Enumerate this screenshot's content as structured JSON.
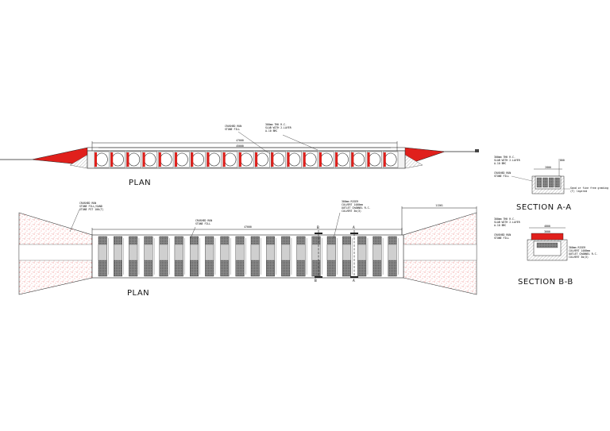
{
  "titles": {
    "elevation": "PLAN",
    "plan": "PLAN",
    "section_a": "SECTION A-A",
    "section_b": "SECTION B-B"
  },
  "dimensions": {
    "elev_overall": "47000",
    "elev_inner": "45000",
    "plan_overall": "47000",
    "plan_wing": "11361",
    "sec_a_top": "2800",
    "sec_a_side": "800",
    "sec_b_top": "4800",
    "sec_b_inner": "3600"
  },
  "notes": {
    "elev_note_1": "CRUSHED RUN",
    "elev_note_1b": "STONE FILL",
    "elev_note_2": "300mm THK R.C.",
    "elev_note_2b": "SLAB WITH 2-LAYER",
    "elev_note_2c": "A-10 BRC",
    "plan_note_1": "CRUSHED RUN",
    "plan_note_1b": "STONE FILL/SAND",
    "plan_note_1c": "STONE PIT 100(T)",
    "plan_note_2": "CRUSHED RUN",
    "plan_note_2b": "STONE FILL",
    "plan_note_3": "300mm RISER",
    "plan_note_3b": "CULVERT 1400mm",
    "plan_note_3c": "OUTLET CHANNEL R.C.",
    "plan_note_3d": "CULVERT 3m(3)",
    "sa_note_1": "300mm THK R.C.",
    "sa_note_1b": "SLAB WITH 2-LAYER",
    "sa_note_1c": "A-10 BRC",
    "sa_note_2": "CRUSHED RUN",
    "sa_note_2b": "STONE FILL",
    "sa_note_3": "Sand or fine free grading",
    "sa_note_3b": "(T) layered",
    "sb_note_1": "300mm THK R.C.",
    "sb_note_1b": "SLAB WITH 2-LAYER",
    "sb_note_1c": "A-10 BRC",
    "sb_note_2": "CRUSHED RUN",
    "sb_note_2b": "STONE FILL",
    "sb_note_3": "300mm RISER",
    "sb_note_3b": "CULVERT 1400mm",
    "sb_note_3c": "OUTLET CHANNEL R.C.",
    "sb_note_3d": "CULVERT 3m(3)"
  },
  "section_markers": {
    "a_top": "A",
    "a_bottom": "A",
    "b_top": "B",
    "b_bottom": "B"
  },
  "colors": {
    "red": "#e0201c",
    "dark": "#222222",
    "grey": "#9a9a9a"
  },
  "culvert_count_elevation": 19,
  "culvert_count_plan": 20
}
